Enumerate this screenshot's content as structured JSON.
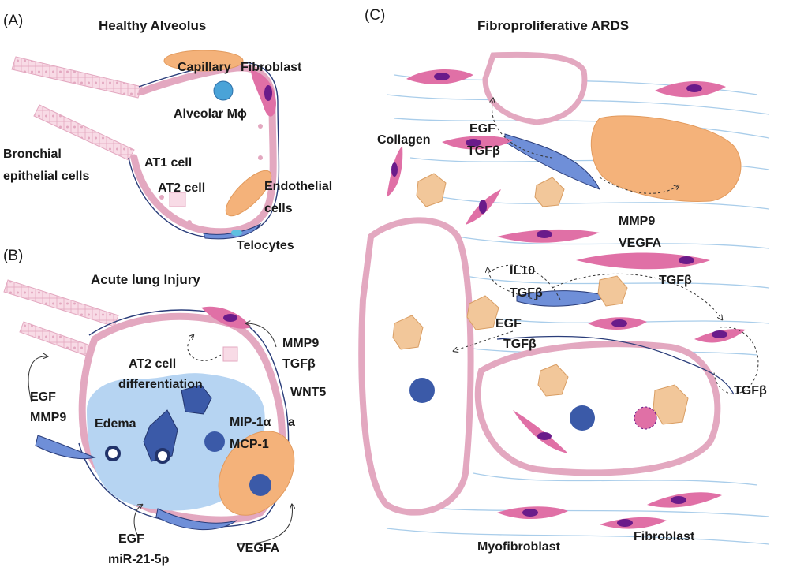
{
  "panels": {
    "a": {
      "letter": "(A)",
      "title": "Healthy Alveolus",
      "labels": {
        "capillary": "Capillary",
        "fibroblast": "Fibroblast",
        "macrophage": "Alveolar Mϕ",
        "bronchial_1": "Bronchial",
        "bronchial_2": "epithelial cells",
        "at1": "AT1 cell",
        "at2": "AT2 cell",
        "endothelial_1": "Endothelial",
        "endothelial_2": "cells",
        "telocytes": "Telocytes"
      }
    },
    "b": {
      "letter": "(B)",
      "title": "Acute lung Injury",
      "labels": {
        "mmp9": "MMP9",
        "tgfb": "TGFβ",
        "at2_diff_1": "AT2 cell",
        "at2_diff_2": "differentiation",
        "wnt5": "WNT5",
        "egf": "EGF",
        "mmp9_left": "MMP9",
        "edema": "Edema",
        "mip": "MIP-1α",
        "mip_suffix": "a",
        "mcp": "MCP-1",
        "egf_bottom": "EGF",
        "mir": "miR-21-5p",
        "vegfa": "VEGFA"
      }
    },
    "c": {
      "letter": "(C)",
      "title": "Fibroproliferative ARDS",
      "labels": {
        "collagen": "Collagen",
        "egf_top": "EGF",
        "tgfb_top": "TGFβ",
        "mmp9": "MMP9",
        "vegfa": "VEGFA",
        "il10": "IL10",
        "tgfb_il10": "TGFβ",
        "tgfb_mid": "TGFβ",
        "egf_mid": "EGF",
        "tgfb_egf": "TGFβ",
        "tgfb_right": "TGFβ",
        "myofibroblast": "Myofibroblast",
        "fibroblast": "Fibroblast"
      }
    }
  },
  "colors": {
    "epithelium_fill": "#f8dbe6",
    "epithelium_stroke": "#e3a8c0",
    "fibroblast": "#e070a6",
    "fibroblast_nucleus": "#6a1b8a",
    "endothelial": "#f4b27a",
    "telocyte": "#6f8fd8",
    "edema": "#b6d4f2",
    "macrophage": "#f2c79a",
    "neutrophil": "#3b5aa8",
    "collagen": "#a9cdea",
    "membrane": "#2a3d7a"
  }
}
